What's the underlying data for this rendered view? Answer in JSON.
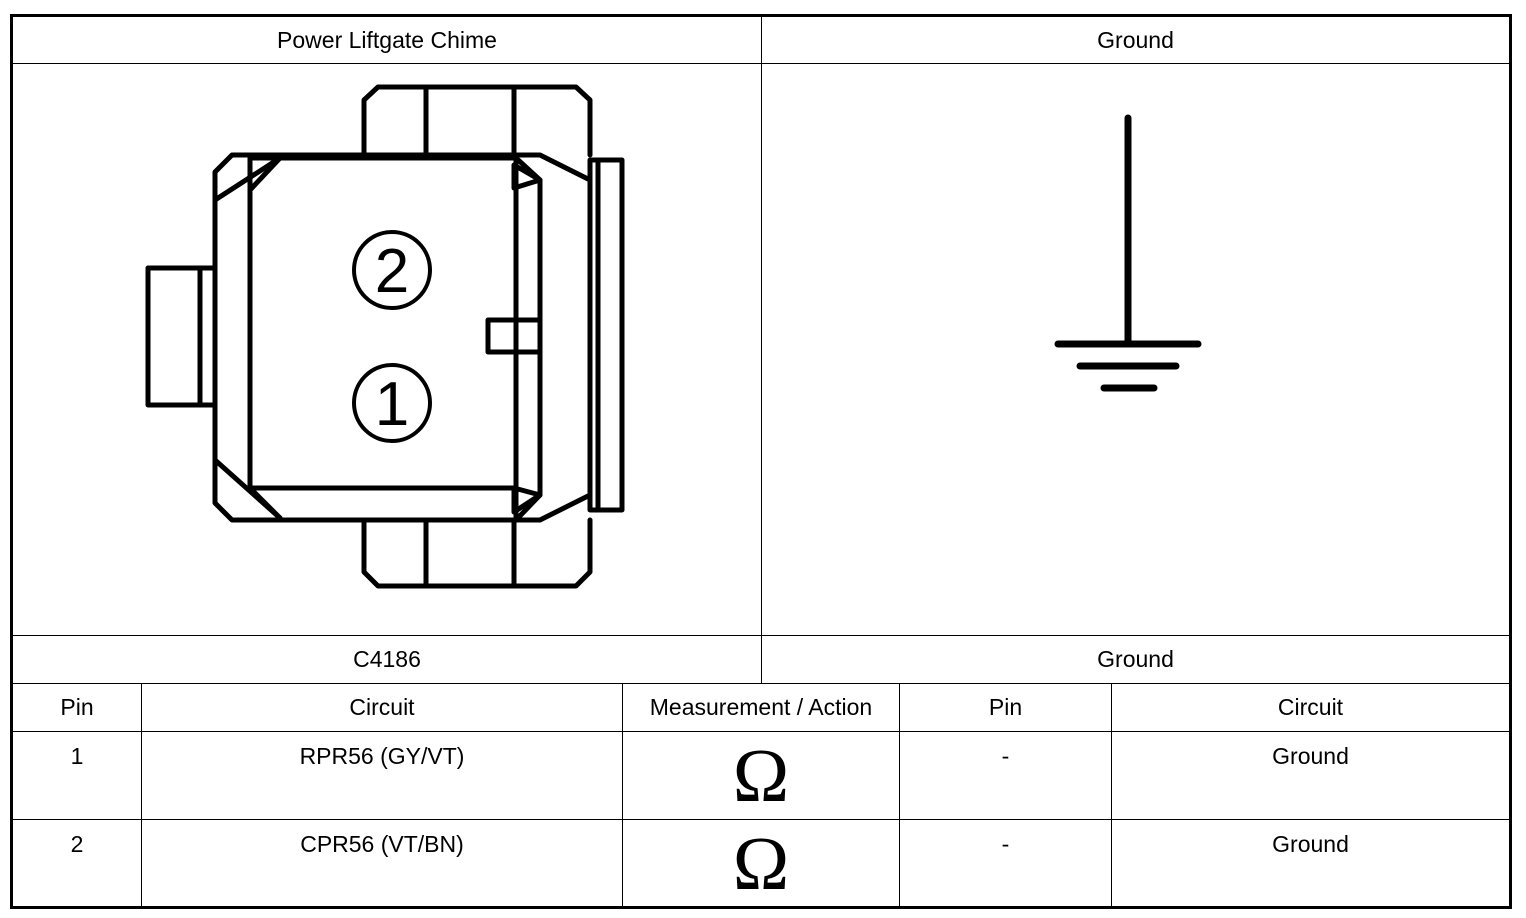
{
  "headers": {
    "left_title": "Power Liftgate Chime",
    "right_title": "Ground",
    "left_connector": "C4186",
    "right_connector": "Ground"
  },
  "connector": {
    "pins": [
      "2",
      "1"
    ]
  },
  "table": {
    "columns": [
      "Pin",
      "Circuit",
      "Measurement / Action",
      "Pin",
      "Circuit"
    ],
    "rows": [
      {
        "pin": "1",
        "circuit": "RPR56 (GY/VT)",
        "measurement": "Ω",
        "pin2": "-",
        "circuit2": "Ground"
      },
      {
        "pin": "2",
        "circuit": "CPR56 (VT/BN)",
        "measurement": "Ω",
        "pin2": "-",
        "circuit2": "Ground"
      }
    ]
  }
}
